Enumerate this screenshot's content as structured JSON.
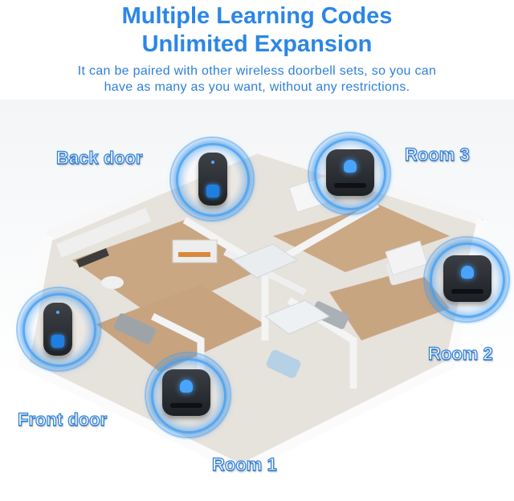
{
  "header": {
    "title_line1": "Multiple Learning Codes",
    "title_line2": "Unlimited Expansion",
    "subtitle_line1": "It can be paired with other wireless doorbell sets, so you can",
    "subtitle_line2": "have as many as you want, without any restrictions."
  },
  "labels": {
    "back_door": "Back door",
    "room3": "Room 3",
    "room2": "Room 2",
    "front_door": "Front door",
    "room1": "Room 1"
  },
  "colors": {
    "title": "#2b86e6",
    "label_fill": "#e9f4ff",
    "label_stroke": "#2f7fd6",
    "glow": "#46a0f0",
    "device_body": "#1d2024",
    "device_accent": "#48a4ff"
  }
}
